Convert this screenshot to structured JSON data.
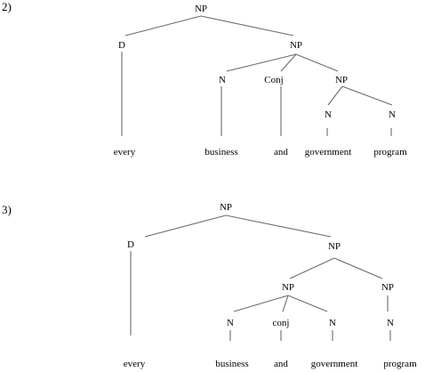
{
  "trees": [
    {
      "number": "2)",
      "nodes": [
        {
          "id": "np_root",
          "label": "NP"
        },
        {
          "id": "d",
          "label": "D"
        },
        {
          "id": "np_right",
          "label": "NP"
        },
        {
          "id": "n_business",
          "label": "N"
        },
        {
          "id": "conj",
          "label": "Conj"
        },
        {
          "id": "np_inner",
          "label": "NP"
        },
        {
          "id": "n_government",
          "label": "N"
        },
        {
          "id": "n_program",
          "label": "N"
        }
      ],
      "words": [
        "every",
        "business",
        "and",
        "government",
        "program"
      ]
    },
    {
      "number": "3)",
      "nodes": [
        {
          "id": "np_root",
          "label": "NP"
        },
        {
          "id": "d",
          "label": "D"
        },
        {
          "id": "np_right",
          "label": "NP"
        },
        {
          "id": "np_coord",
          "label": "NP"
        },
        {
          "id": "np_program",
          "label": "NP"
        },
        {
          "id": "n_business",
          "label": "N"
        },
        {
          "id": "conj",
          "label": "conj"
        },
        {
          "id": "n_government",
          "label": "N"
        },
        {
          "id": "n_program",
          "label": "N"
        }
      ],
      "words": [
        "every",
        "business",
        "and",
        "government",
        "program"
      ]
    }
  ]
}
